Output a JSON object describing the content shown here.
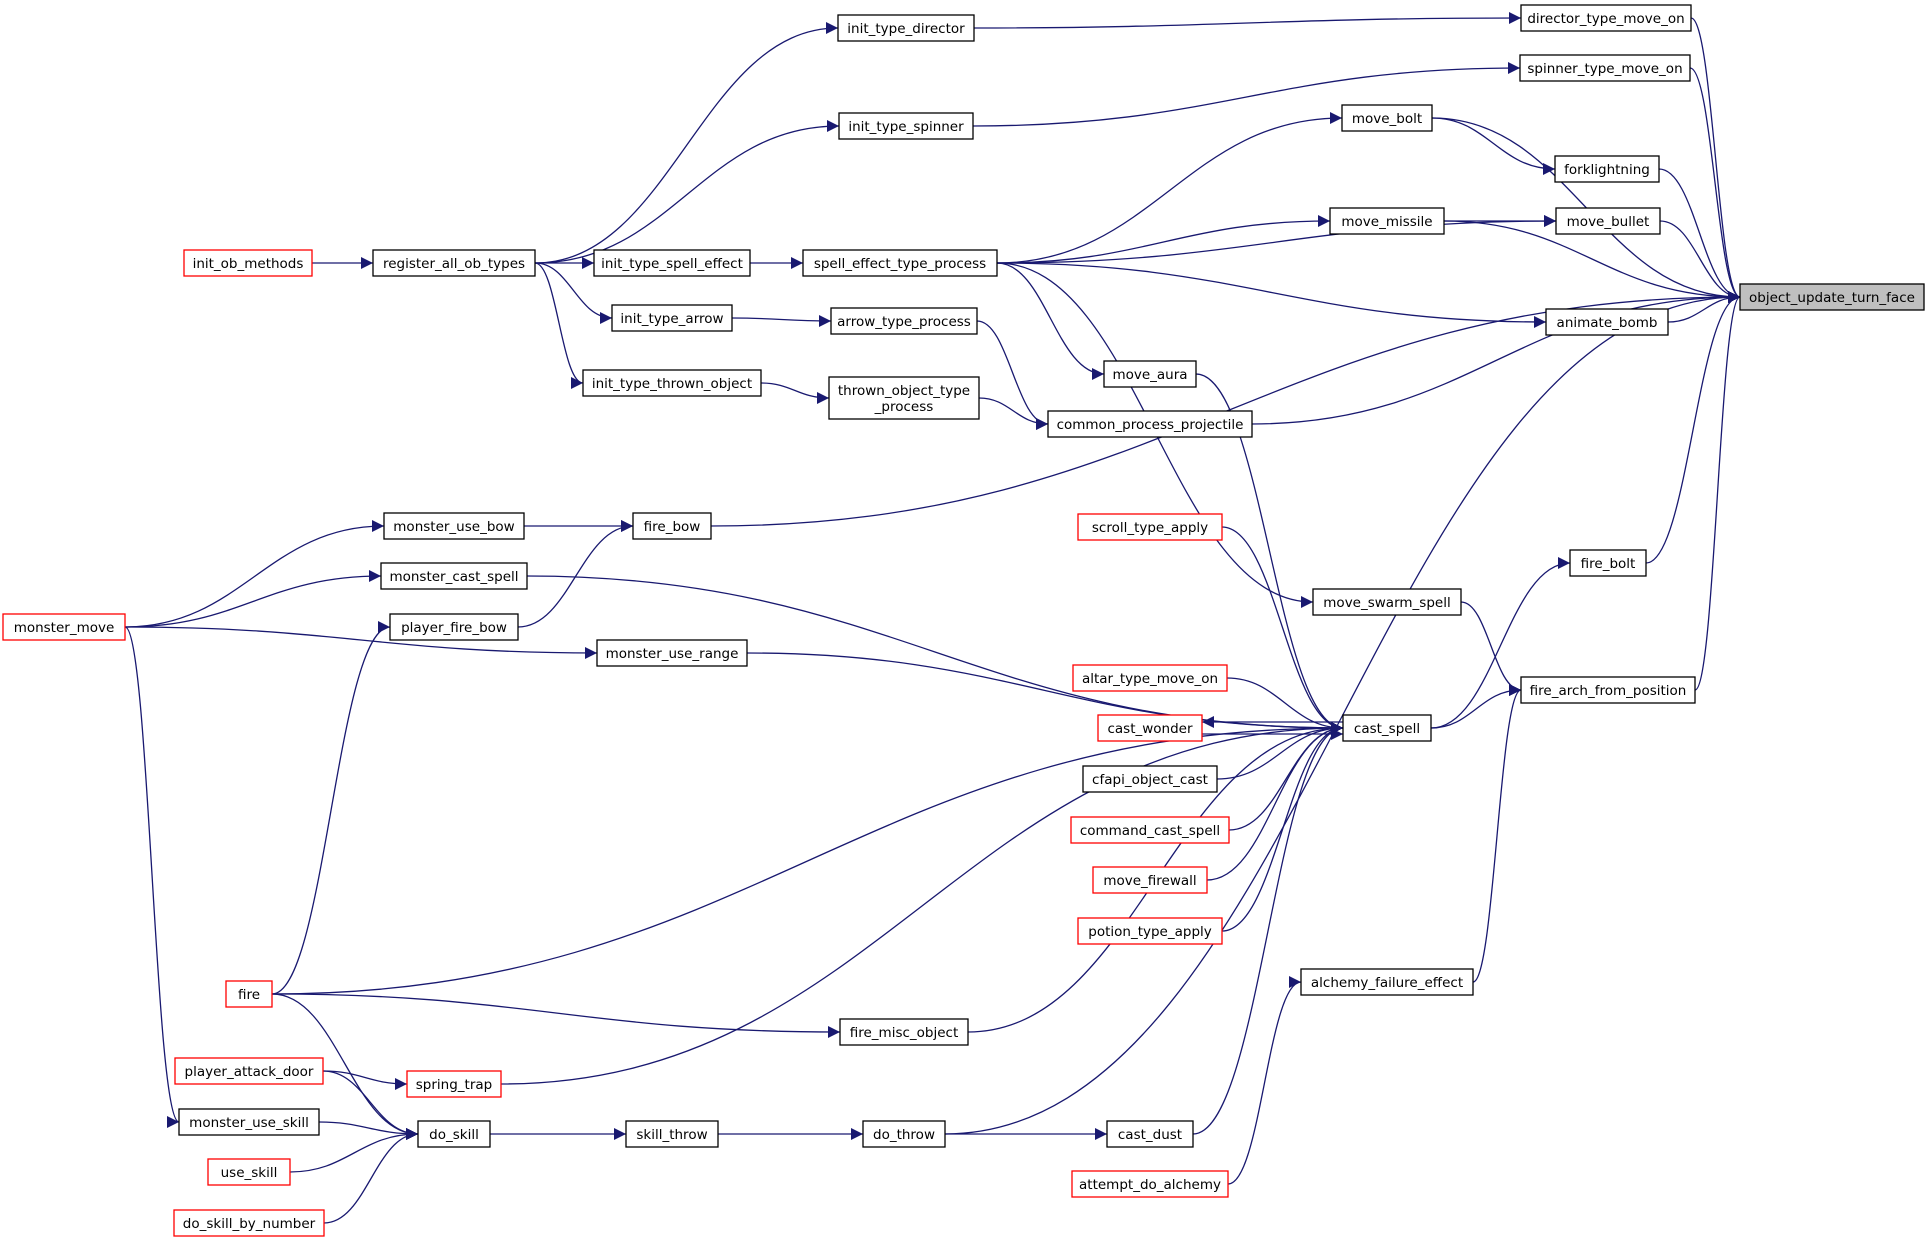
{
  "colors": {
    "edge": "#191970",
    "node_border": "#000000",
    "node_border_truncated": "#ff0000",
    "root_fill": "#bfbfbf",
    "background": "#ffffff"
  },
  "diagram": {
    "root": "object_update_turn_face",
    "nodes": [
      {
        "id": "object_update_turn_face",
        "label": "object_update_turn_face",
        "truncated": false,
        "root": true
      },
      {
        "id": "director_type_move_on",
        "label": "director_type_move_on",
        "truncated": false
      },
      {
        "id": "spinner_type_move_on",
        "label": "spinner_type_move_on",
        "truncated": false
      },
      {
        "id": "move_bolt",
        "label": "move_bolt",
        "truncated": false
      },
      {
        "id": "forklightning",
        "label": "forklightning",
        "truncated": false
      },
      {
        "id": "move_bullet",
        "label": "move_bullet",
        "truncated": false
      },
      {
        "id": "move_missile",
        "label": "move_missile",
        "truncated": false
      },
      {
        "id": "animate_bomb",
        "label": "animate_bomb",
        "truncated": false
      },
      {
        "id": "init_type_director",
        "label": "init_type_director",
        "truncated": false
      },
      {
        "id": "init_type_spinner",
        "label": "init_type_spinner",
        "truncated": false
      },
      {
        "id": "register_all_ob_types",
        "label": "register_all_ob_types",
        "truncated": false
      },
      {
        "id": "init_ob_methods",
        "label": "init_ob_methods",
        "truncated": true
      },
      {
        "id": "init_type_spell_effect",
        "label": "init_type_spell_effect",
        "truncated": false
      },
      {
        "id": "spell_effect_type_process",
        "label": "spell_effect_type_process",
        "truncated": false
      },
      {
        "id": "init_type_arrow",
        "label": "init_type_arrow",
        "truncated": false
      },
      {
        "id": "arrow_type_process",
        "label": "arrow_type_process",
        "truncated": false
      },
      {
        "id": "init_type_thrown_object",
        "label": "init_type_thrown_object",
        "truncated": false
      },
      {
        "id": "thrown_object_type_process",
        "label": "thrown_object_type\n_process",
        "truncated": false
      },
      {
        "id": "move_aura",
        "label": "move_aura",
        "truncated": false
      },
      {
        "id": "common_process_projectile",
        "label": "common_process_projectile",
        "truncated": false
      },
      {
        "id": "monster_use_bow",
        "label": "monster_use_bow",
        "truncated": false
      },
      {
        "id": "fire_bow",
        "label": "fire_bow",
        "truncated": false
      },
      {
        "id": "monster_cast_spell",
        "label": "monster_cast_spell",
        "truncated": false
      },
      {
        "id": "monster_move",
        "label": "monster_move",
        "truncated": true
      },
      {
        "id": "player_fire_bow",
        "label": "player_fire_bow",
        "truncated": false
      },
      {
        "id": "monster_use_range",
        "label": "monster_use_range",
        "truncated": false
      },
      {
        "id": "scroll_type_apply",
        "label": "scroll_type_apply",
        "truncated": true
      },
      {
        "id": "move_swarm_spell",
        "label": "move_swarm_spell",
        "truncated": false
      },
      {
        "id": "fire_bolt",
        "label": "fire_bolt",
        "truncated": false
      },
      {
        "id": "fire_arch_from_position",
        "label": "fire_arch_from_position",
        "truncated": false
      },
      {
        "id": "altar_type_move_on",
        "label": "altar_type_move_on",
        "truncated": true
      },
      {
        "id": "cast_spell",
        "label": "cast_spell",
        "truncated": false
      },
      {
        "id": "cast_wonder",
        "label": "cast_wonder",
        "truncated": true
      },
      {
        "id": "cfapi_object_cast",
        "label": "cfapi_object_cast",
        "truncated": false
      },
      {
        "id": "command_cast_spell",
        "label": "command_cast_spell",
        "truncated": true
      },
      {
        "id": "move_firewall",
        "label": "move_firewall",
        "truncated": true
      },
      {
        "id": "potion_type_apply",
        "label": "potion_type_apply",
        "truncated": true
      },
      {
        "id": "alchemy_failure_effect",
        "label": "alchemy_failure_effect",
        "truncated": false
      },
      {
        "id": "fire",
        "label": "fire",
        "truncated": true
      },
      {
        "id": "fire_misc_object",
        "label": "fire_misc_object",
        "truncated": false
      },
      {
        "id": "player_attack_door",
        "label": "player_attack_door",
        "truncated": true
      },
      {
        "id": "spring_trap",
        "label": "spring_trap",
        "truncated": true
      },
      {
        "id": "monster_use_skill",
        "label": "monster_use_skill",
        "truncated": false
      },
      {
        "id": "do_skill",
        "label": "do_skill",
        "truncated": false
      },
      {
        "id": "skill_throw",
        "label": "skill_throw",
        "truncated": false
      },
      {
        "id": "do_throw",
        "label": "do_throw",
        "truncated": false
      },
      {
        "id": "cast_dust",
        "label": "cast_dust",
        "truncated": false
      },
      {
        "id": "use_skill",
        "label": "use_skill",
        "truncated": true
      },
      {
        "id": "do_skill_by_number",
        "label": "do_skill_by_number",
        "truncated": true
      },
      {
        "id": "attempt_do_alchemy",
        "label": "attempt_do_alchemy",
        "truncated": true
      }
    ],
    "edges": [
      {
        "from": "director_type_move_on",
        "to": "object_update_turn_face"
      },
      {
        "from": "spinner_type_move_on",
        "to": "object_update_turn_face"
      },
      {
        "from": "move_bolt",
        "to": "object_update_turn_face"
      },
      {
        "from": "forklightning",
        "to": "object_update_turn_face"
      },
      {
        "from": "move_bullet",
        "to": "object_update_turn_face"
      },
      {
        "from": "move_missile",
        "to": "object_update_turn_face"
      },
      {
        "from": "animate_bomb",
        "to": "object_update_turn_face"
      },
      {
        "from": "common_process_projectile",
        "to": "object_update_turn_face"
      },
      {
        "from": "fire_bow",
        "to": "object_update_turn_face"
      },
      {
        "from": "fire_bolt",
        "to": "object_update_turn_face"
      },
      {
        "from": "fire_arch_from_position",
        "to": "object_update_turn_face"
      },
      {
        "from": "do_throw",
        "to": "object_update_turn_face"
      },
      {
        "from": "init_type_director",
        "to": "director_type_move_on"
      },
      {
        "from": "init_type_spinner",
        "to": "spinner_type_move_on"
      },
      {
        "from": "register_all_ob_types",
        "to": "init_type_director"
      },
      {
        "from": "register_all_ob_types",
        "to": "init_type_spinner"
      },
      {
        "from": "register_all_ob_types",
        "to": "init_type_spell_effect"
      },
      {
        "from": "register_all_ob_types",
        "to": "init_type_arrow"
      },
      {
        "from": "register_all_ob_types",
        "to": "init_type_thrown_object"
      },
      {
        "from": "init_ob_methods",
        "to": "register_all_ob_types"
      },
      {
        "from": "init_type_spell_effect",
        "to": "spell_effect_type_process"
      },
      {
        "from": "init_type_arrow",
        "to": "arrow_type_process"
      },
      {
        "from": "init_type_thrown_object",
        "to": "thrown_object_type_process"
      },
      {
        "from": "spell_effect_type_process",
        "to": "move_bolt"
      },
      {
        "from": "spell_effect_type_process",
        "to": "move_bullet"
      },
      {
        "from": "spell_effect_type_process",
        "to": "move_missile"
      },
      {
        "from": "spell_effect_type_process",
        "to": "animate_bomb"
      },
      {
        "from": "spell_effect_type_process",
        "to": "move_aura"
      },
      {
        "from": "spell_effect_type_process",
        "to": "move_swarm_spell"
      },
      {
        "from": "move_bolt",
        "to": "forklightning"
      },
      {
        "from": "move_missile",
        "to": "move_bullet"
      },
      {
        "from": "arrow_type_process",
        "to": "common_process_projectile"
      },
      {
        "from": "thrown_object_type_process",
        "to": "common_process_projectile"
      },
      {
        "from": "move_aura",
        "to": "cast_spell"
      },
      {
        "from": "monster_use_bow",
        "to": "fire_bow"
      },
      {
        "from": "player_fire_bow",
        "to": "fire_bow"
      },
      {
        "from": "monster_move",
        "to": "monster_use_bow"
      },
      {
        "from": "monster_move",
        "to": "monster_cast_spell"
      },
      {
        "from": "monster_move",
        "to": "monster_use_range"
      },
      {
        "from": "monster_move",
        "to": "monster_use_skill"
      },
      {
        "from": "monster_cast_spell",
        "to": "cast_spell"
      },
      {
        "from": "monster_use_range",
        "to": "cast_spell"
      },
      {
        "from": "fire",
        "to": "player_fire_bow"
      },
      {
        "from": "fire",
        "to": "cast_spell"
      },
      {
        "from": "fire",
        "to": "fire_misc_object"
      },
      {
        "from": "fire",
        "to": "do_skill"
      },
      {
        "from": "scroll_type_apply",
        "to": "cast_spell"
      },
      {
        "from": "move_swarm_spell",
        "to": "fire_arch_from_position"
      },
      {
        "from": "cast_spell",
        "to": "fire_bolt"
      },
      {
        "from": "cast_spell",
        "to": "fire_arch_from_position"
      },
      {
        "from": "cast_spell",
        "to": "cast_wonder"
      },
      {
        "from": "cast_wonder",
        "to": "cast_spell"
      },
      {
        "from": "altar_type_move_on",
        "to": "cast_spell"
      },
      {
        "from": "cfapi_object_cast",
        "to": "cast_spell"
      },
      {
        "from": "command_cast_spell",
        "to": "cast_spell"
      },
      {
        "from": "move_firewall",
        "to": "cast_spell"
      },
      {
        "from": "potion_type_apply",
        "to": "cast_spell"
      },
      {
        "from": "fire_misc_object",
        "to": "cast_spell"
      },
      {
        "from": "spring_trap",
        "to": "cast_spell"
      },
      {
        "from": "cast_dust",
        "to": "cast_spell"
      },
      {
        "from": "alchemy_failure_effect",
        "to": "fire_arch_from_position"
      },
      {
        "from": "attempt_do_alchemy",
        "to": "alchemy_failure_effect"
      },
      {
        "from": "player_attack_door",
        "to": "spring_trap"
      },
      {
        "from": "player_attack_door",
        "to": "do_skill"
      },
      {
        "from": "monster_use_skill",
        "to": "do_skill"
      },
      {
        "from": "use_skill",
        "to": "do_skill"
      },
      {
        "from": "do_skill_by_number",
        "to": "do_skill"
      },
      {
        "from": "do_skill",
        "to": "skill_throw"
      },
      {
        "from": "skill_throw",
        "to": "do_throw"
      },
      {
        "from": "do_throw",
        "to": "cast_dust"
      }
    ]
  }
}
